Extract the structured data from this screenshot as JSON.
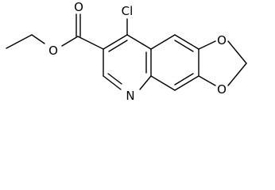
{
  "molecule": {
    "atoms": {
      "carbonyl_oxygen": "O",
      "ester_oxygen": "O",
      "chlorine": "Cl",
      "ring_nitrogen": "N",
      "dioxole_oxygen_top": "O",
      "dioxole_oxygen_bottom": "O"
    }
  }
}
